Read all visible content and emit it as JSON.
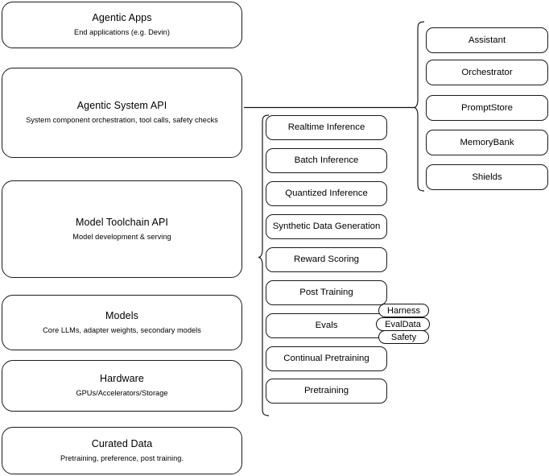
{
  "diagram": {
    "title": "Agentic AI stack layers",
    "background": "#ffffff",
    "line_color": "#111111",
    "text_color": "#000000"
  },
  "layers": [
    {
      "id": "agentic-apps",
      "title": "Agentic Apps",
      "subtitle": "End applications (e.g. Devin)"
    },
    {
      "id": "agentic-system-api",
      "title": "Agentic System API",
      "subtitle": "System component orchestration, tool calls, safety checks"
    },
    {
      "id": "model-toolchain-api",
      "title": "Model Toolchain API",
      "subtitle": "Model development & serving"
    },
    {
      "id": "models",
      "title": "Models",
      "subtitle": "Core LLMs, adapter weights, secondary models"
    },
    {
      "id": "hardware",
      "title": "Hardware",
      "subtitle": "GPUs/Accelerators/Storage"
    },
    {
      "id": "curated-data",
      "title": "Curated Data",
      "subtitle": "Pretraining, preference, post training."
    }
  ],
  "toolchain_components": [
    {
      "id": "realtime-inference",
      "label": "Realtime Inference"
    },
    {
      "id": "batch-inference",
      "label": "Batch Inference"
    },
    {
      "id": "quantized-inference",
      "label": "Quantized Inference"
    },
    {
      "id": "synthetic-data-generation",
      "label": "Synthetic Data Generation"
    },
    {
      "id": "reward-scoring",
      "label": "Reward Scoring"
    },
    {
      "id": "post-training",
      "label": "Post Training"
    },
    {
      "id": "evals",
      "label": "Evals"
    },
    {
      "id": "continual-pretraining",
      "label": "Continual Pretraining"
    },
    {
      "id": "pretraining",
      "label": "Pretraining"
    }
  ],
  "evals_subcomponents": [
    {
      "id": "harness",
      "label": "Harness"
    },
    {
      "id": "evaldata",
      "label": "EvalData"
    },
    {
      "id": "safety",
      "label": "Safety"
    }
  ],
  "system_components": [
    {
      "id": "assistant",
      "label": "Assistant"
    },
    {
      "id": "orchestrator",
      "label": "Orchestrator"
    },
    {
      "id": "promptstore",
      "label": "PromptStore"
    },
    {
      "id": "memorybank",
      "label": "MemoryBank"
    },
    {
      "id": "shields",
      "label": "Shields"
    }
  ]
}
